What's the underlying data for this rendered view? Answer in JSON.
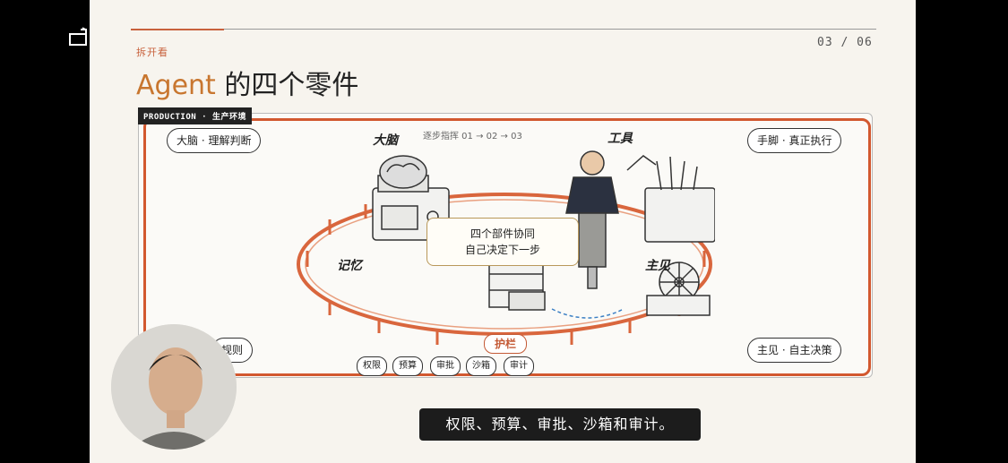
{
  "slide": {
    "section_label": "拆开看",
    "page_number": "03 / 06",
    "title_accent": "Agent",
    "title_rest": "的四个零件",
    "env_tag": "PRODUCTION · 生产环境",
    "steps_text": "逐步指挥 01 → 02 → 03",
    "center_line1": "四个部件协同",
    "center_line2": "自己决定下一步",
    "corner_top_left": "大脑 · 理解判断",
    "corner_top_right": "手脚 · 真正执行",
    "corner_bottom_left": "规则",
    "corner_bottom_right": "主见 · 自主决策",
    "label_brain": "大脑",
    "label_tools": "工具",
    "label_memory": "记忆",
    "label_opinion": "主见",
    "guardrail_label": "护栏",
    "guard_items": [
      "权限",
      "预算",
      "审批",
      "沙箱",
      "审计"
    ]
  },
  "subtitle": "权限、预算、审批、沙箱和审计。",
  "colors": {
    "accent": "#c8613c",
    "frame": "#d2582f",
    "background": "#f7f4ee"
  }
}
